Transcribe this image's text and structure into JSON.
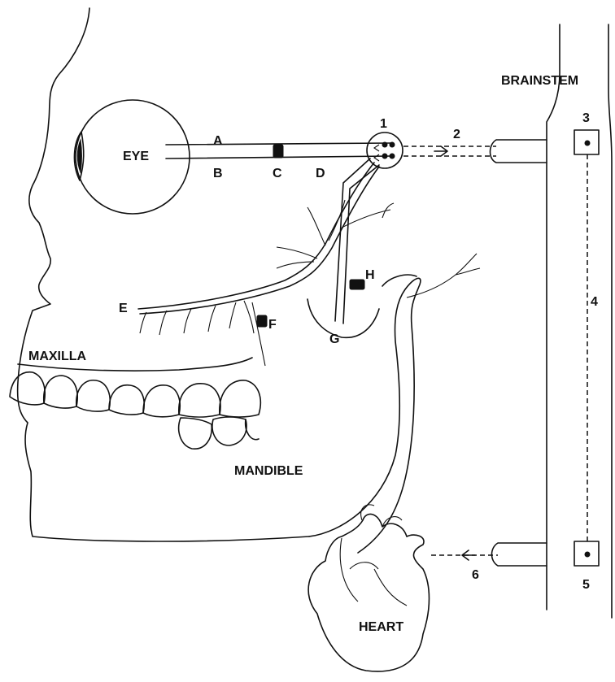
{
  "labels": {
    "eye": "EYE",
    "maxilla": "MAXILLA",
    "mandible": "MANDIBLE",
    "heart": "HEART",
    "brainstem": "BRAINSTEM"
  },
  "letters": {
    "a": "A",
    "b": "B",
    "c": "C",
    "d": "D",
    "e": "E",
    "f": "F",
    "g": "G",
    "h": "H"
  },
  "numbers": {
    "n1": "1",
    "n2": "2",
    "n3": "3",
    "n4": "4",
    "n5": "5",
    "n6": "6"
  }
}
